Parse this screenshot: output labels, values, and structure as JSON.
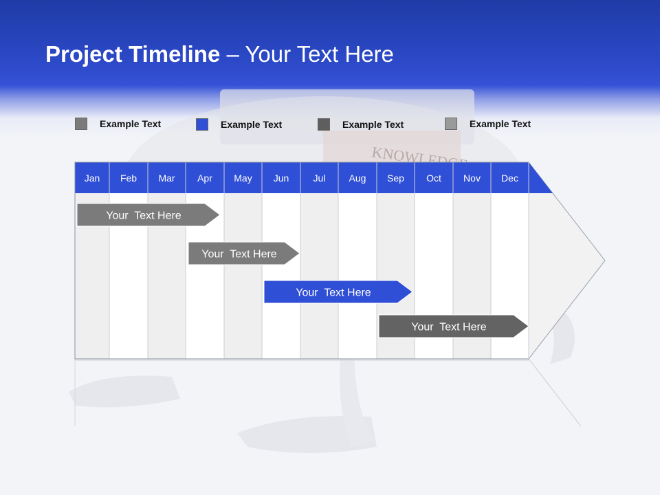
{
  "title": {
    "bold": "Project Timeline",
    "rest": " – Your Text Here"
  },
  "legend": [
    {
      "label": "Example Text",
      "color": "#7b7b7b"
    },
    {
      "label": "Example Text",
      "color": "#2f4fd6"
    },
    {
      "label": "Example Text",
      "color": "#5e5e5e"
    },
    {
      "label": "Example Text",
      "color": "#9a9a9a"
    }
  ],
  "months": [
    "Jan",
    "Feb",
    "Mar",
    "Apr",
    "May",
    "Jun",
    "Jul",
    "Aug",
    "Sep",
    "Oct",
    "Nov",
    "Dec"
  ],
  "tasks": [
    {
      "label": "Your  Text Here",
      "color": "#7b7b7b",
      "start": "Jan",
      "end": "Apr"
    },
    {
      "label": "Your  Text Here",
      "color": "#7b7b7b",
      "start": "Apr",
      "end": "Jun"
    },
    {
      "label": "Your  Text Here",
      "color": "#2f4fd6",
      "start": "Jun",
      "end": "Sep"
    },
    {
      "label": "Your  Text Here",
      "color": "#636363",
      "start": "Sep",
      "end": "Dec"
    }
  ],
  "background_text": "KNOWLEDGE",
  "colors": {
    "header_blue": "#2c49c8",
    "month_bar": "#2f4fd6",
    "grid_shade": "#efefef"
  }
}
